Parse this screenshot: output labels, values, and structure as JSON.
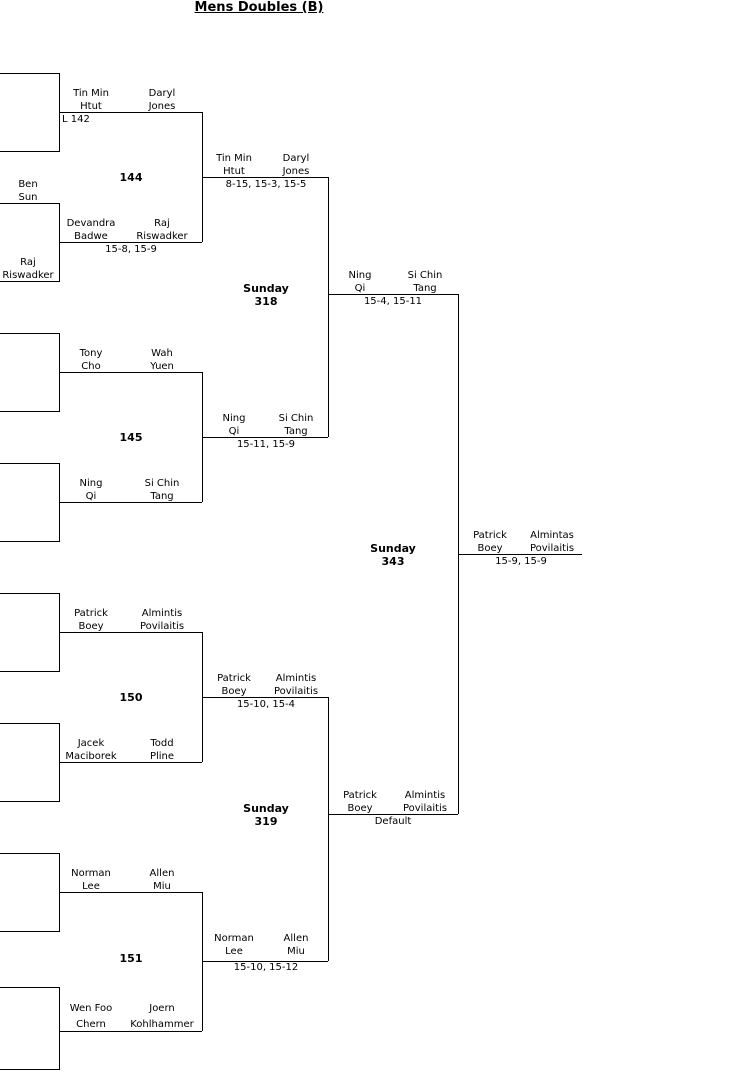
{
  "title": "Mens Doubles (B)",
  "round1": {
    "note_l142": "L 142",
    "left_pair": {
      "p1": "Ben\nSun",
      "p2": "Raj\nRiswadker"
    },
    "m144": {
      "top": [
        "Tin Min\nHtut",
        "Daryl\nJones"
      ],
      "bottom": [
        "Devandra\nBadwe",
        "Raj\nRiswadker"
      ],
      "score": "15-8, 15-9",
      "number": "144"
    },
    "m145": {
      "top": [
        "Tony\nCho",
        "Wah\nYuen"
      ],
      "bottom": [
        "Ning\nQi",
        "Si Chin\nTang"
      ],
      "number": "145"
    },
    "m150": {
      "top": [
        "Patrick\nBoey",
        "Almintis\nPovilaitis"
      ],
      "bottom": [
        "Jacek\nMaciborek",
        "Todd\nPline"
      ],
      "number": "150"
    },
    "m151": {
      "top": [
        "Norman\nLee",
        "Allen\nMiu"
      ],
      "bottom": [
        "Wen Foo\nChern",
        "Joern\nKohlhammer"
      ],
      "number": "151"
    }
  },
  "round2": {
    "w144": {
      "names": [
        "Tin Min\nHtut",
        "Daryl\nJones"
      ],
      "score": "8-15, 15-3, 15-5"
    },
    "w145": {
      "names": [
        "Ning\nQi",
        "Si Chin\nTang"
      ],
      "score": "15-11, 15-9"
    },
    "w150": {
      "names": [
        "Patrick\nBoey",
        "Almintis\nPovilaitis"
      ],
      "score": "15-10, 15-4"
    },
    "w151": {
      "names": [
        "Norman\nLee",
        "Allen\nMiu"
      ],
      "score": "15-10, 15-12"
    }
  },
  "round3": {
    "m318": {
      "day": "Sunday",
      "number": "318",
      "names": [
        "Ning\nQi",
        "Si Chin\nTang"
      ],
      "score": "15-4, 15-11"
    },
    "m319": {
      "day": "Sunday",
      "number": "319",
      "names": [
        "Patrick\nBoey",
        "Almintis\nPovilaitis"
      ],
      "score": "Default"
    }
  },
  "final": {
    "m343": {
      "day": "Sunday",
      "number": "343",
      "names": [
        "Patrick\nBoey",
        "Almintas\nPovilaitis"
      ],
      "score": "15-9, 15-9"
    }
  }
}
